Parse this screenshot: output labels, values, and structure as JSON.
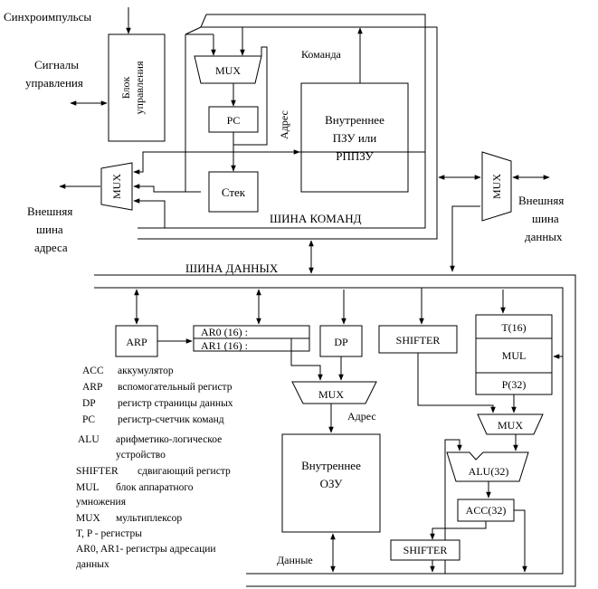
{
  "top": {
    "sync_pulses": "Синхроимпульсы",
    "control_signals_1": "Сигналы",
    "control_signals_2": "управления",
    "control_block_1": "Блок",
    "control_block_2": "управления",
    "ext_addr_bus_1": "Внешняя",
    "ext_addr_bus_2": "шина",
    "ext_addr_bus_3": "адреса",
    "ext_data_bus_1": "Внешняя",
    "ext_data_bus_2": "шина",
    "ext_data_bus_3": "данных",
    "mux_top": "MUX",
    "mux_left": "MUX",
    "mux_right": "MUX",
    "pc": "PC",
    "stack": "Стек",
    "command": "Команда",
    "address_vertical": "Адрес",
    "rom_1": "Внутреннее",
    "rom_2": "ПЗУ или",
    "rom_3": "РППЗУ",
    "instr_bus": "ШИНА КОМАНД",
    "data_bus": "ШИНА ДАННЫХ"
  },
  "bottom": {
    "arp": "ARP",
    "ar0": "AR0 (16)   :",
    "ar1": "AR1 (16)   :",
    "dp": "DP",
    "shifter_top": "SHIFTER",
    "t16": "T(16)",
    "mul": "MUL",
    "p32": "P(32)",
    "mux_ram": "MUX",
    "mux_alu": "MUX",
    "address": "Адрес",
    "ram_1": "Внутреннее",
    "ram_2": "ОЗУ",
    "alu": "ALU(32)",
    "acc": "ACC(32)",
    "shifter_bottom": "SHIFTER",
    "data": "Данные"
  },
  "legend": [
    {
      "key": "ACC",
      "text": "аккумулятор"
    },
    {
      "key": "ARP",
      "text": "вспомогательный регистр"
    },
    {
      "key": "DP",
      "text": "регистр страницы данных"
    },
    {
      "key": "PC",
      "text": "регистр-счетчик команд"
    },
    {
      "key": "ALU",
      "text": "арифметико-логическое"
    },
    {
      "key": "",
      "text": "устройство"
    },
    {
      "key": "SHIFTER",
      "text": "сдвигающий регистр"
    },
    {
      "key": "MUL",
      "text": "блок аппаратного"
    },
    {
      "key": "",
      "text": "умножения"
    },
    {
      "key": "MUX",
      "text": "мультиплексор"
    },
    {
      "key": "",
      "text": "T, P - регистры"
    },
    {
      "key": "",
      "text": "AR0, AR1- регистры адресации"
    },
    {
      "key": "",
      "text": "данных"
    }
  ]
}
